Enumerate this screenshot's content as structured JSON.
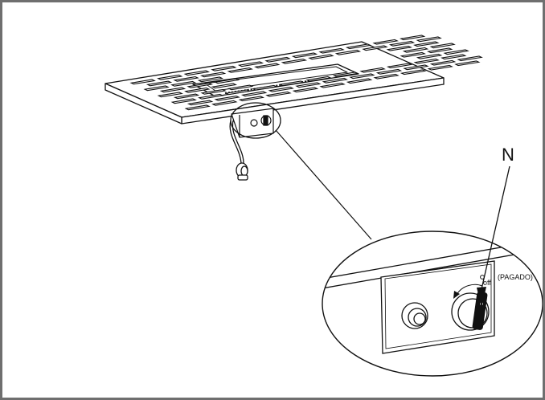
{
  "labels": {
    "callout_letter": "N",
    "knob_position": "off",
    "knob_position_translation": "(PAGADO)"
  },
  "colors": {
    "frame_border": "#6f6f6f",
    "line": "#111111",
    "background": "#ffffff"
  }
}
